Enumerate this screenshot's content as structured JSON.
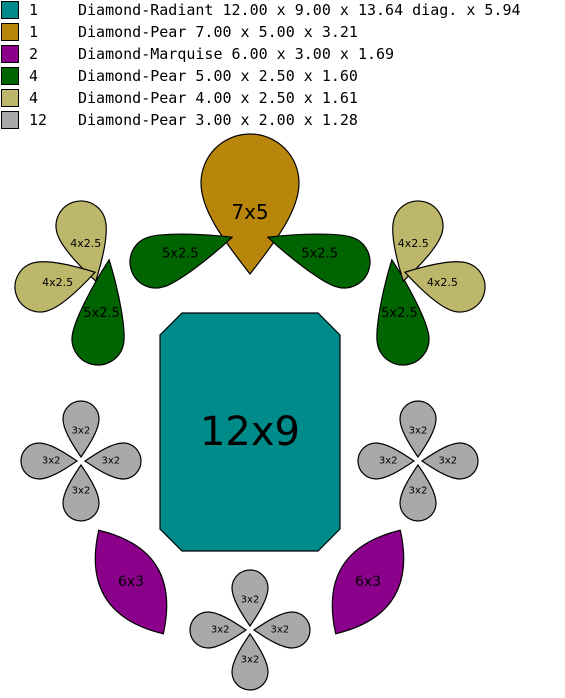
{
  "legend": [
    {
      "qty": "1",
      "desc": "Diamond-Radiant 12.00 x 9.00 x 13.64 diag. x 5.94",
      "color": "#008b8b"
    },
    {
      "qty": "1",
      "desc": "Diamond-Pear 7.00 x 5.00 x 3.21",
      "color": "#b8860b"
    },
    {
      "qty": "2",
      "desc": "Diamond-Marquise 6.00 x 3.00 x 1.69",
      "color": "#8b008b"
    },
    {
      "qty": "4",
      "desc": "Diamond-Pear 5.00 x 2.50 x 1.60",
      "color": "#006400"
    },
    {
      "qty": "4",
      "desc": "Diamond-Pear 4.00 x 2.50 x 1.61",
      "color": "#bdb76b"
    },
    {
      "qty": "12",
      "desc": "Diamond-Pear 3.00 x 2.00 x 1.28",
      "color": "#a9a9a9"
    }
  ],
  "labels": {
    "radiant": "12x9",
    "pear_7x5": "7x5",
    "marquise": "6x3",
    "pear_5x25": "5x2.5",
    "pear_4x25": "4x2.5",
    "pear_3x2": "3x2"
  }
}
